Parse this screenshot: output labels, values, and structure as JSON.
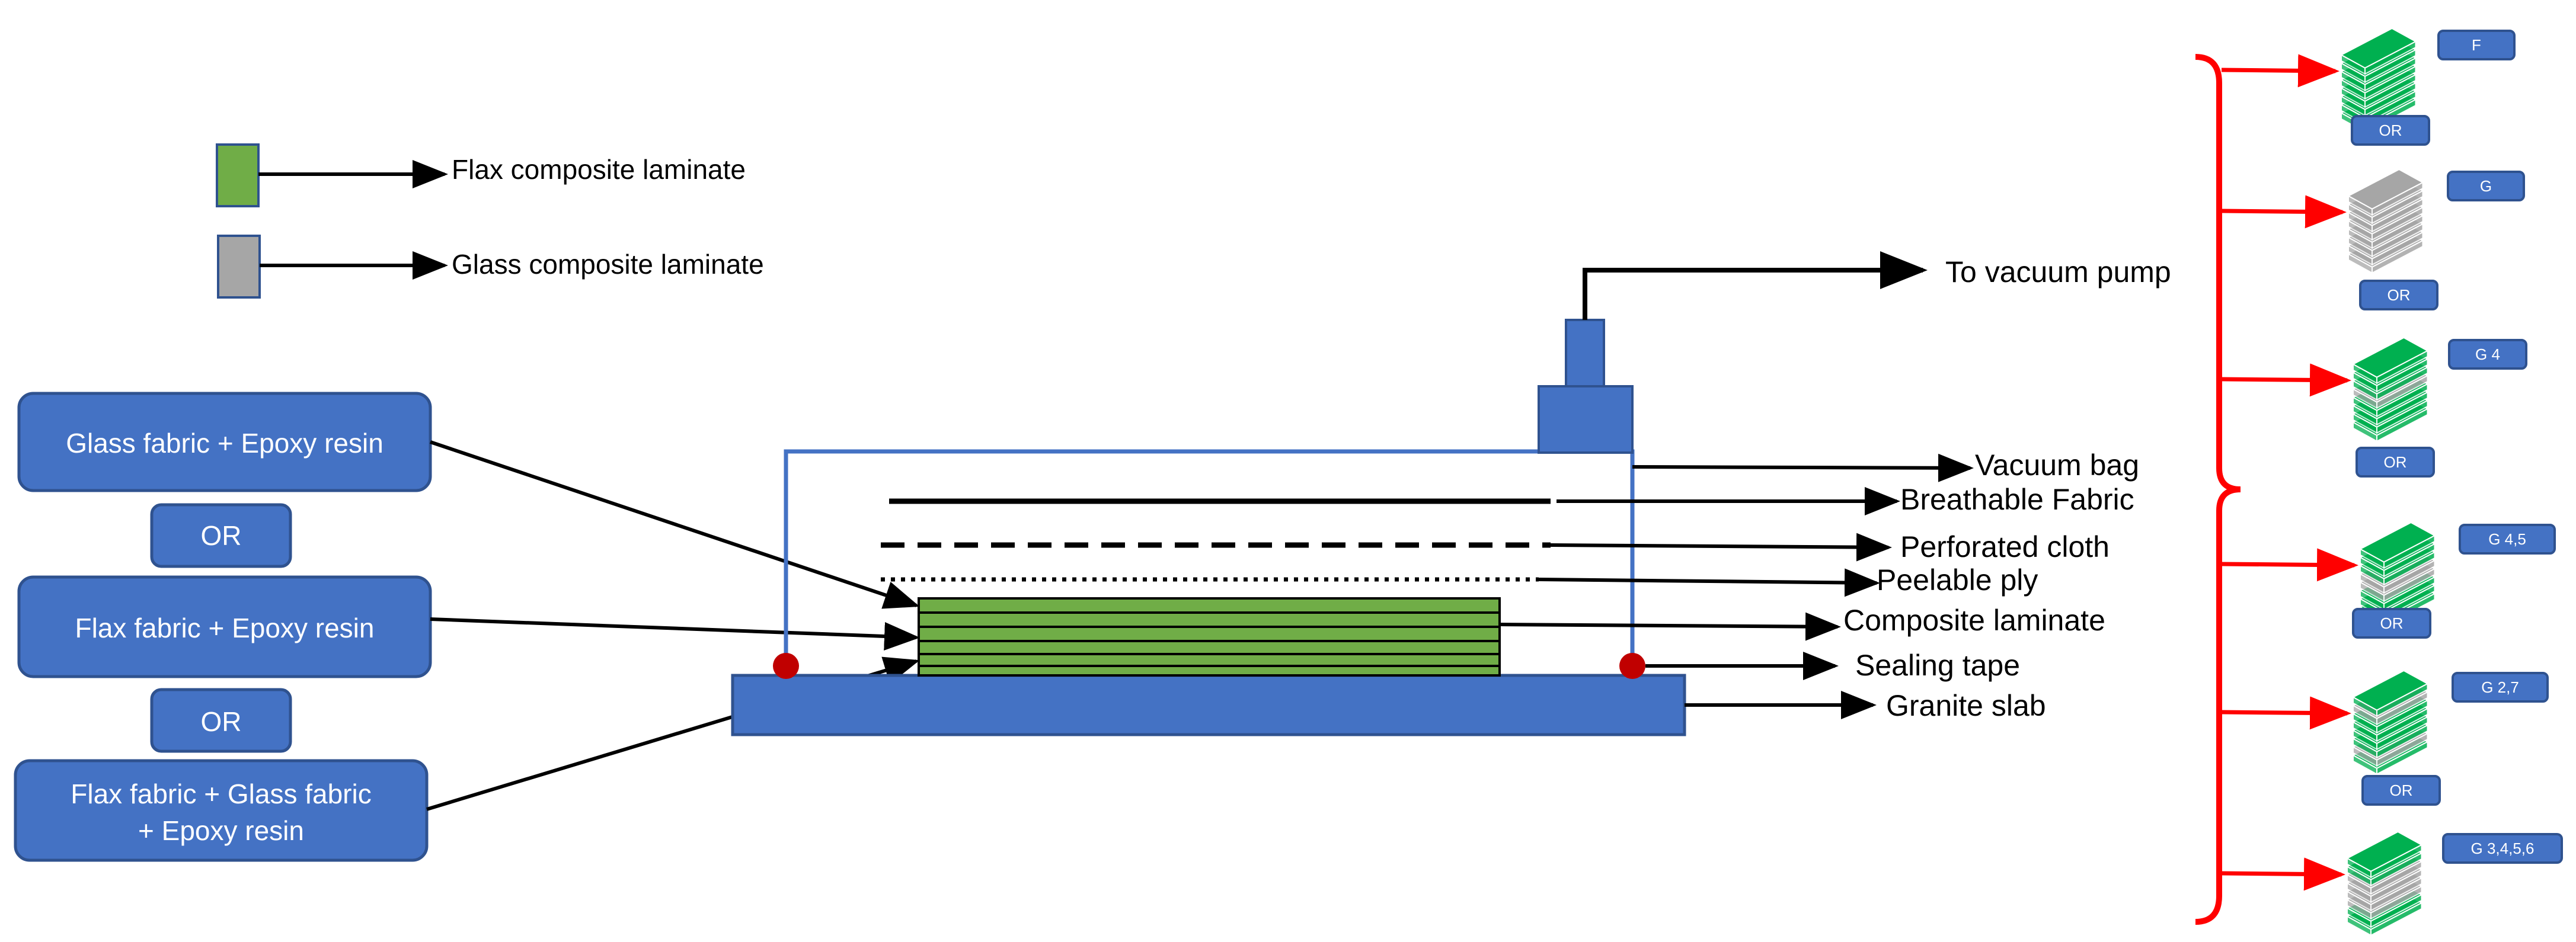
{
  "legend": {
    "flax": {
      "label": "Flax composite laminate",
      "color": "#70ad47"
    },
    "glass": {
      "label": "Glass composite laminate",
      "color": "#a6a6a6"
    }
  },
  "inputs": {
    "glass_epoxy": "Glass fabric + Epoxy resin",
    "or_1": "OR",
    "flax_epoxy": "Flax fabric + Epoxy resin",
    "or_2": "OR",
    "hybrid_line1": "Flax fabric + Glass fabric",
    "hybrid_line2": "+ Epoxy resin"
  },
  "layers": {
    "vacuum_pump": "To vacuum pump",
    "vacuum_bag": "Vacuum bag",
    "breathable": "Breathable Fabric",
    "perforated": "Perforated cloth",
    "peelable": "Peelable ply",
    "laminate": "Composite laminate",
    "sealing": "Sealing tape",
    "granite": "Granite slab"
  },
  "configs": [
    {
      "label": "F",
      "or": "OR"
    },
    {
      "label": "G",
      "or": "OR"
    },
    {
      "label": "G 4",
      "or": "OR"
    },
    {
      "label": "G 4,5",
      "or": "OR"
    },
    {
      "label": "G 2,7",
      "or": "OR"
    },
    {
      "label": "G 3,4,5,6",
      "or": ""
    }
  ],
  "colors": {
    "box_fill": "#4472c4",
    "box_stroke": "#2f528f",
    "bag_line": "#4472c4",
    "sealant": "#c00000",
    "bracket": "#ff0000",
    "stack_green": "#00b050",
    "stack_gray": "#a6a6a6"
  }
}
